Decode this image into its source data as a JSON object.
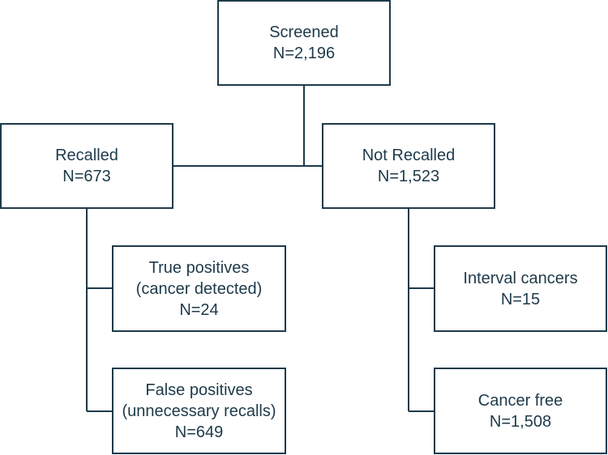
{
  "screened": {
    "label": "Screened",
    "count": "N=2,196"
  },
  "recalled": {
    "label": "Recalled",
    "count": "N=673"
  },
  "not_recalled": {
    "label": "Not Recalled",
    "count": "N=1,523"
  },
  "true_positives": {
    "line1": "True positives",
    "line2": "(cancer detected)",
    "count": "N=24"
  },
  "false_positives": {
    "line1": "False positives",
    "line2": "(unnecessary recalls)",
    "count": "N=649"
  },
  "interval_cancers": {
    "label": "Interval cancers",
    "count": "N=15"
  },
  "cancer_free": {
    "label": "Cancer free",
    "count": "N=1,508"
  },
  "colors": {
    "stroke": "#1e3a4a",
    "text": "#1e3a4a",
    "background": "#ffffff"
  }
}
